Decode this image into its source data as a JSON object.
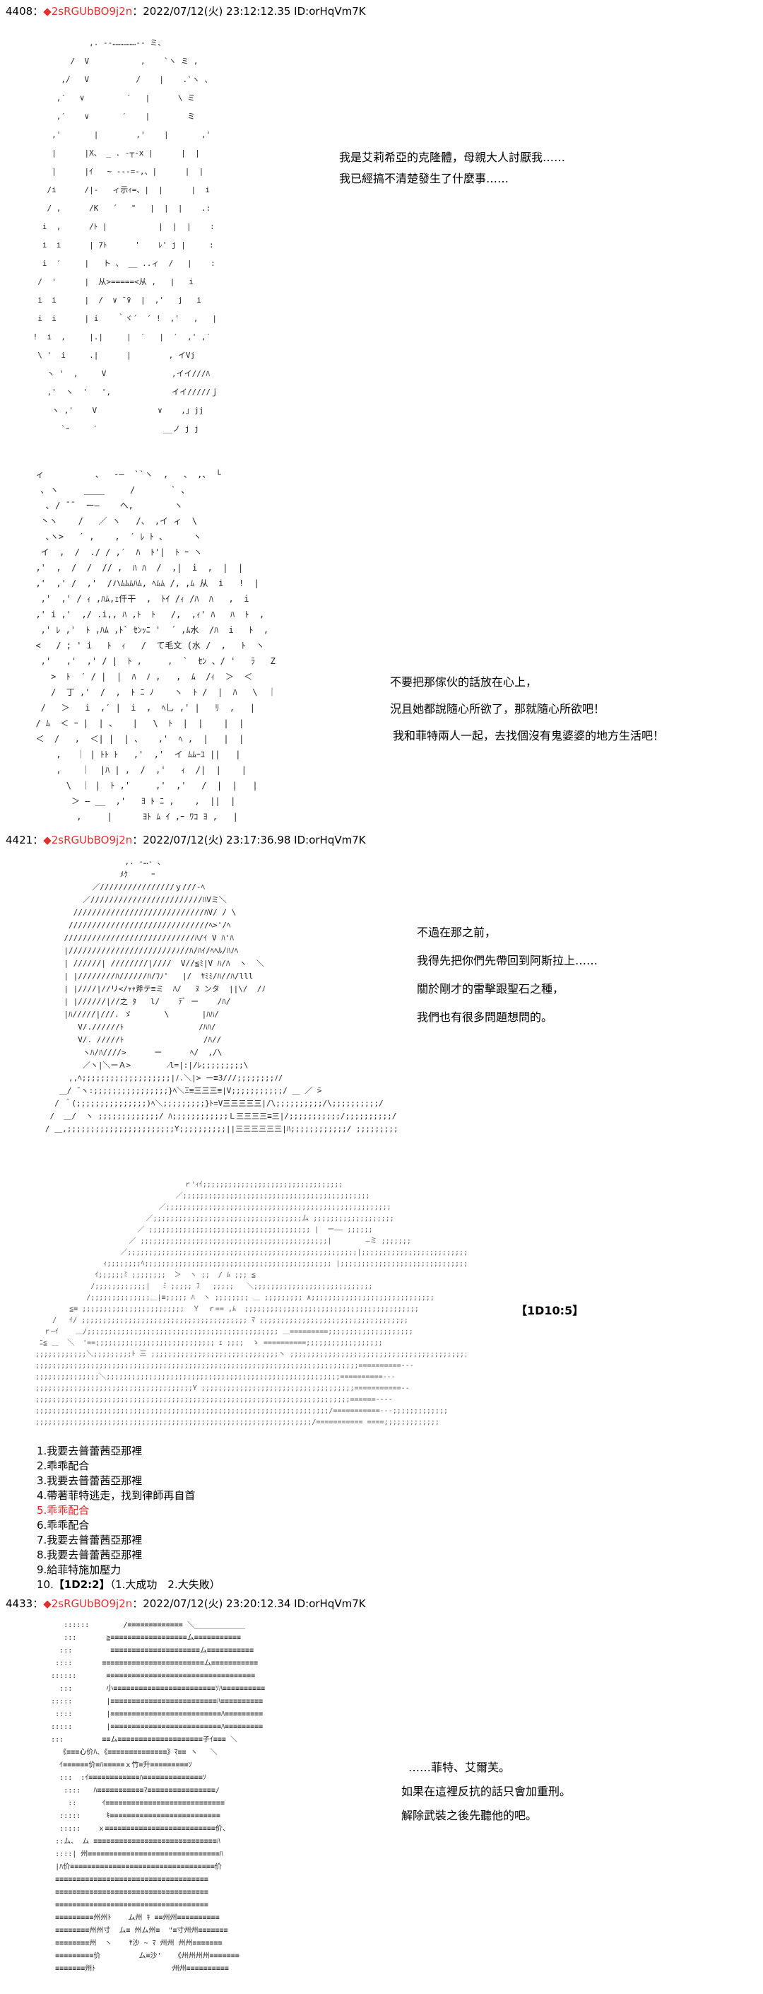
{
  "posts": [
    {
      "number": "4408",
      "sep": "：",
      "diamond": "◆",
      "trip": "2sRGUbBO9j2n",
      "datetime": "：2022/07/12(火) 23:12:12.35 ID:orHqVm7K",
      "panels": [
        {
          "art": "             ,. -‐……………‐- ミ、\n         /  V           ,    `ヽ ミ ,\n       ,/   V          /    |    .`ヽ 、\n      ,′   ∨         ′   |      \\ ミ\n      ,′    ∨       ′    |        ミ\n     ,'       |        ,'    |       ,' \n     |      |X、 _ . -┬-x |      |  |\n     |      |ｲ   ~ ‐‐-=-,、|      |  |\n    /i      /|‐   ィ示ｨ=、|  |      |  i\n    / ,      /K   ´   \"   |  |  |    .:\n   i  ,      /ﾄ |           |  |  |    :\n   i  i      | 7ﾄ      '    ﾚ' j |     :\n   i  ′     |   ト 、 __ ..ィ  /   |    :\n  /  '      |  从>=====<从 ,   |   i\n  i  i      |  /  ∨ ̄ ̄∨  |  ,'   j   i\n  i  i      | i    ｀ヾ´  ′ !  ,'   ,   |\n !  i  ,     |.|     |  ′   |  ′  ,' ,′\n  \\ '  i     .|      |        , イVj\n    ヽ '  ,     V              ,イイ///ﾊ\n    ,'  ヽ  '   ',             イイ/////ｊ\n     ヽ ,'    V             ∨    ,｣ jj\n       `ｰ     ′              __ノ j j",
          "lines": [
            "我是艾莉希亞的克隆體，母親大人討厭我……",
            "我已經搞不清楚發生了什麼事……"
          ]
        },
        {
          "art": "  ィ          、  ‐―  ``ヽ  ,   、 ,、 └\n   ､ ヽ     ____     /       ` 、\n    ､ / ̄ ̄   ー―    ヘ,        ヽ\n   丶ヽ    /   ／ ヽ   /、 ,イ ィ  \\\n    ､ヽ>   ′ ,    ,  ′ ﾚ ﾄ 、     ヽ\n   イ  ,  /  ./ / ,′  ﾊ  ﾄ'|  ﾄ ｰ ヽ\n  ,'  ,  /  /  // ,  ﾊ ﾊ  /  ,|  i  ,  |  |\n  ,'  ,' /  ,'  /ハﾑﾑﾑﾊﾑ, ﾍﾑﾑ /, ,ﾑ 从  i   !  |\n   ,'  ,' / ｨ ,ﾊﾑ,ｪ仟干  ,  ﾄｲ /ｨ /ﾊ  ﾊ   ,  i\n  ,' i ,'  ,/ .i,, ﾊ ,ﾄ  ﾄ   /,  ,ｨ' ﾊ   ﾊ  ﾄ  ,\n   ,' ﾚ ,'  ﾄ ,ﾊﾑ ,ﾄ` ｾﾝｯﾆ '  ´ ,ﾑ水  /ﾊ  i   ﾄ  ,\n  <   / ; ' i   ﾄ  ｨ   /  て毛文 (水 /  ,   ﾄ  ヽ\n   ,'   ,'  ,' / |  ﾄ ,     ,  `  ｾﾝ 、/ '   ﾗ   Z\n     >  ﾄ  ′ / |  |  ﾊ  ﾉ ,   ,  ﾑ  /ｨ  ＞  ＜\n     /  丁 ,'  /  ,  ﾄ ﾆ ﾉ    ヽ  ﾄ /  |  ﾊ   \\  ｜\n   /   ＞   i  ,′ |  i  ,  ﾍ乚 ,' |   ﾘ  ,   |\n  / ﾑ  ＜ ｰ |  | 、   |   \\  ﾄ  |  |    |  |\n  ＜  /   ,  ＜| |  | 、   ,'  ﾍ ,  |   |  |\n      ,   ｜ | ﾄﾄ ﾄ   ,'  ,'  イ ﾑﾑｰﾕ ||   |\n      ,    ｜  |ﾊ | ,  /  ,'   ｨ  /|  |    |\n        \\  ｜ |  ﾄ ,'     ,'  ,'   /  |  |   |\n         ＞ ― __  ,'   ﾖ ﾄ ﾆ ,    ,  ||  |\n          ,     |      ﾖﾄ ﾑ ｲ ,ｰ ﾜｺ ﾖ ,   |",
          "lines": [
            "不要把那傢伙的話放在心上，",
            "況且她都說隨心所欲了，那就隨心所欲吧！",
            "我和菲特兩人一起，去找個沒有鬼婆婆的地方生活吧！"
          ]
        }
      ]
    },
    {
      "number": "4421",
      "sep": "：",
      "diamond": "◆",
      "trip": "2sRGUbBO9j2n",
      "datetime": "：2022/07/12(火) 23:17:36.98 ID:orHqVm7K",
      "panels": [
        {
          "art": "                    ,. ‐…‐ ､\n                   ﾒｸ     ｰ\n             ／////////////////ｙ///-ﾍ\n           ／////////////////////////ﾊVミ＼\n         ////////////////////////////ﾊV/ / \\\n        //////////////////////////////ﾍ>'/ﾍ\n       ////////////////////////////ﾊ/ｲ V ﾊ'ﾊ\n       |///////////////////////ﾉ//ﾊ/ﾊｲ/ﾍﾍﾙ/ﾊﾉﾍ\n       | //////| ////////|////  V//≦ﾐ|V ﾊ/ﾊ  ヽ  ＼\n       | |////////ﾊ//////ﾊ/ﾌﾉ'   |/  ﾔﾐﾐ/ﾊ//ﾊ/lll\n       | |////|//リ</ｬｬ斧テ≡ミ  ﾊ/   ﾇ ンタ  ||\\/  /ﾉ\n       | |//////|//之 ﾀ   l/    ﾃﾞ ー    /ﾊ/\n       |ﾊ/////|///. ゞ       \\       |ﾊﾊ/\n          V/.//////ﾄ                /ﾊﾊ/\n          V/. /////ﾄ                 /ﾊ//\n           ヽﾊ/ﾊ////>      ー      ﾍ/  ,/\\\n           ／ヽ|＼ーＡ>        ⁄l=|:|/ﾚ;;;;;;;;;\\\n        ,,ﾍ;;;;;;;;;;;;;;;;;;;|ﾉ.＼|> ー≡3///;;;;;;;;ﾉ/\n      ＿/ ̄ ヽ:;;;;;;;;;;;;;;;;}ﾍ＼Ξ≡三三三≡|V;;;;;;;;;;;/ ＿ ／ ̄>\n     / ＾(;;;;;;;;;;;;;;;)ﾍ＼;;;;;;;;;}ﾄ=V三三三三三|/\\;;;;;;;;;;/\\;;;;;;;;;;/\n    /  ＿/  ヽ ;;;;;;;;;;;;;/ ﾊ;;;;;;;;;;;;Ｌ三三三三≡三|/;;;;;;;;;;;/;;;;;;;;;;/\n   / ＿,;;;;;;;;;;;;;;;;;;;;;;;Y;;;;;;;;;;||三三三三三三|ﾊ;;;;;;;;;;;;/ ;;;;;;;;;;;;;/",
          "lines": [
            "不過在那之前，",
            "我得先把你們先帶回到阿斯拉上……",
            "關於剛才的雷擊跟聖石之種，",
            "我們也有很多問題想問的。"
          ]
        },
        {
          "art": "                                   ｒ'ｨｲ;;;;;;;;;;;;;;;;;;;;;;;;;;;;;;;;;\n                                 ／;;;;;;;;;;;;;;;;;;;;;;;;;;;;;;;;;;;;;;;;;;;;\n                             ／;;;;;;;;;;;;;;;;;;;;;;;;;;;;;;;;;;;;;;;;;;;;;;;;;;;;;\n                          ／;;;;;;;;;;;;;;;;;;;;;;;;;;;;;;;;;;;ム ;;;;;;;;;;;;;;;;;;;\n                        ／ ;;;;;;;;;;;;;;;;;;;;;;;;;;;;;;;;;;;;;; |  ー―― ;;;;;;\n                      ／ ;;;;;;;;;;;;;;;;;;;;;;;;;;;;;;;;;;;;;;;;;;;;|        ―ミ ;;;;;;;\n                    ／;;;;;;;;;;;;;;;;;;;;;;;;;;;;;;;;;;;;;;;;;;;;;;;;;;;;;;|;;;;;;;;;;;;;;;;;;;;;;;;;;;;;;;;\n                ｨ;;;;;;;;ﾍ;;;;;;;;;;;;;;;;;;;;;;;;;;;;;;;;;;;;;;;;;;;; |;;;;;;;;;;;;;;;;;;;;;;;;;;;;;;;;\n              ｲ;;;;;;ﾐ ;;;;;;;;  ＞  ヽ ;;  / ﾑ ;;; ≦\n             /;;;;;;;;;;;;|   ﾐ ;;;;; ﾌ   ;;;;;   ＼;;;;;;;;;;;;;;;;;;;;;;;;;;;;\n            /;;;;;;;;;;;;;;＿|≡;;;;; ﾊ  ヽ ;;;;;;;; ＿ ;;;;;;;;; ∧;;;;;;;;;;;;;;;;;;;;;;;;;;;;;\n        ≦≡ ;;;;;;;;;;;;;;;;;;;;;;;;  Ｙ  ｒ== ,ﾑ  ;;;;;;;;;;;;;;;;;;;;;;;;;;;;;;;;;;;;;;;;;\n    /   ｲ/ ;;;;;;;;;;;;;;;;;;;;;;;;;;;;;;;;;;;;;;; ﾏ ;;;;;;;;;;;;;;;;;;;;;;;;;;;;;;;;;;;\n  ｒ―ｲ    ＿/;;;;;;;;;;;;;;;;;;;;;;;;;;;;;;;;;;;;;;;;;;;;; ＿=========;;;;;;;;;;;;;;;;;;;;\n ﾆ≦ ＿  ＼  '==;;;;;;;;;;;;;;;;;;;;;;;;;;;; ｪ ;;;;  ゝ ==========;;;;;;;;;;;;;;;;;;\n;;;;;;;;;;;;＼;;;;;;;;;ﾄ 三 ;;;;;;;;;;;;;;;;;;;;;;;;;;;;;;ヽ ;;;;;;;;;;;;;;;;;;;;;;;;;;;;;;;;;;;;;;;;;;\n;;;;;;;;;;;;;;;;;;;;;;;;;;;;;;;;;;;;;;;;;;;;;;;;;;;;;;;;;;;;;;;;;;;;;;;;;;;;==========---\n;;;;;;;;;;;;;;;＼;;;;;;;;;;;;;;;;;;;;;;;;;;;;;;;;;;;;;;;;;;;;;;;;;;;;;;;==========---\n;;;;;;;;;;;;;;;;;;;;;;;;;;;;;;;;;;;;;Y ;;;;;;;;;;;;;;;;;;;;;;;;;;;;;;;;;;;;===========--\n;;;;;;;;;;;;;;;;;;;;;;;;;;;;;;;;;;;;;;;;;;;;;;;;;;;;;;;;;;;;;;;;;;;;;;;;;;======----\n;;;;;;;;;;;;;;;;;;;;;;;;;;;;;;;;;;;;;;;;;;;;;;;;;;;;;;;;;;;;;;;;;;;;;/===========---;;;;;;;;;;;;;\n;;;;;;;;;;;;;;;;;;;;;;;;;;;;;;;;;;;;;;;;;;;;;;;;;;;;;;;;;;;;;;;;;/=========== ====;;;;;;;;;;;;;",
          "dice_label": "【1D10:5】",
          "options": [
            "1.我要去普蕾茜亞那裡",
            "2.乖乖配合",
            "3.我要去普蕾茜亞那裡",
            "4.帶著菲特逃走，找到律師再自首",
            "5.乖乖配合",
            "6.乖乖配合",
            "7.我要去普蕾茜亞那裡",
            "8.我要去普蕾茜亞那裡",
            "9.給菲特施加壓力"
          ],
          "highlight_index": 4,
          "dice_line": {
            "prefix": "10.",
            "roll": "【1D2:2】",
            "note": "（1.大成功　2.大失敗）"
          }
        }
      ]
    },
    {
      "number": "4433",
      "sep": "：",
      "diamond": "◆",
      "trip": "2sRGUbBO9j2n",
      "datetime": "：2022/07/12(火) 23:20:12.34 ID:orHqVm7K",
      "panels": [
        {
          "art": "          ::::::        /≡≡≡≡≡≡≡≡≡≡≡≡≡ ＼____________\n          :::       ≧≡≡≡≡≡≡≡≡≡≡≡≡≡≡≡≡≡≡ム≡≡≡≡≡≡≡≡≡≡≡\n         :::         ≡≡≡≡≡≡≡≡≡≡≡≡≡≡≡≡≡≡≡≡≡ム≡≡≡≡≡≡≡≡≡≡≡\n        ::::       ≡≡≡≡≡≡≡≡≡≡≡≡≡≡≡≡≡≡≡≡≡≡≡≡ム≡≡≡≡≡≡≡≡≡≡≡\n       ::::::       ≡≡≡≡≡≡≡≡≡≡≡≡≡≡≡≡≡≡≡≡≡≡≡≡≡≡≡≡≡≡≡≡≡≡≡\n         :::        小≡≡≡≡≡≡≡≡≡≡≡≡≡≡≡≡≡≡≡≡≡≡≡≡ｿﾊ≡≡≡≡≡≡≡≡≡≡\n       :::::        |≡≡≡≡≡≡≡≡≡≡≡≡≡≡≡≡≡≡≡≡≡≡≡≡≡ﾊ≡≡≡≡≡≡≡≡≡≡\n        ::::        |≡≡≡≡≡≡≡≡≡≡≡≡≡≡≡≡≡≡≡≡≡≡≡≡≡≡ﾊ≡≡≡≡≡≡≡≡≡\n       :::::        |≡≡≡≡≡≡≡≡≡≡≡≡≡≡≡≡≡≡≡≡≡≡≡≡≡≡ﾊ≡≡≡≡≡≡≡≡≡\n       :::         ≡≡ム≡≡≡≡≡≡≡≡≡≡≡≡≡≡≡≡≡≡≡≡子ｲ≡≡≡ ＼\n         《≡≡≡心价ﾊ、《≡≡≡≡≡≡≡≡≡≡≡≡≡≡》ﾏ≡≡ ヽ   ＼\n         ｲ≡≡≡≡≡≡价≡ﾊ≡≡≡≡≡ｘ竹≡升≡≡≡≡≡≡≡≡≡ｿ\n         :::  :ｲ≡≡≡≡≡≡≡≡≡≡≡≡ﾊ≡≡≡≡≡≡≡≡≡≡≡≡≡≡ｿ\n          ::::   ﾊ≡≡≡≡≡≡≡≡≡≡≡ﾏ≡≡≡≡≡≡≡≡≡≡≡≡≡≡≡≡/\n           ::      ｲ≡≡≡≡≡≡≡≡≡≡≡≡≡≡≡≡≡≡≡≡≡≡≡≡≡≡≡≡\n         :::::      ｷ≡≡≡≡≡≡≡≡≡≡≡≡≡≡≡≡≡≡≡≡≡≡≡≡≡≡\n         :::::    ｘ≡≡≡≡≡≡≡≡≡≡≡≡≡≡≡≡≡≡≡≡≡≡≡≡≡≡价、\n        ::ム、 ム ≡≡≡≡≡≡≡≡≡≡≡≡≡≡≡≡≡≡≡≡≡≡≡≡≡≡≡≡≡ﾊ\n        ::::| 州≡≡≡≡≡≡≡≡≡≡≡≡≡≡≡≡≡≡≡≡≡≡≡≡≡≡≡≡≡≡≡ﾊ\n        |ﾊ价≡≡≡≡≡≡≡≡≡≡≡≡≡≡≡≡≡≡≡≡≡≡≡≡≡≡≡≡≡≡≡≡≡≡价\n        ≡≡≡≡≡≡≡≡≡≡≡≡≡≡≡≡≡≡≡≡≡≡≡≡≡≡≡≡≡≡≡≡≡≡≡≡\n        ≡≡≡≡≡≡≡≡≡≡≡≡≡≡≡≡≡≡≡≡≡≡≡≡≡≡≡≡≡≡≡≡≡≡≡≡\n        ≡≡≡≡≡≡≡≡≡≡≡≡≡≡≡≡≡≡≡≡≡≡≡≡≡≡≡≡≡≡≡≡≡≡≡≡\n        ≡≡≡≡≡≡≡≡≡州州ﾄ    ム州 ｷ ≡≡州州≡≡≡≡≡≡≡≡≡≡\n        ≡≡≡≡≡≡≡≡州州寸  ム≡ 州ム州≡  \"≡寸州州≡≡≡≡≡≡≡\n        ≡≡≡≡≡≡≡≡州  ヽ    ﾔ沙 ~ ﾏ 州州 州州≡≡≡≡≡≡≡\n        ≡≡≡≡≡≡≡≡≡价         ム≡沙'   《州州州州≡≡≡≡≡≡≡\n        ≡≡≡≡≡≡≡州ﾄ                  州州≡≡≡≡≡≡≡≡≡≡",
          "lines": [
            "……菲特、艾爾芙。",
            "如果在這裡反抗的話只會加重刑。",
            "解除武裝之後先聽他的吧。"
          ]
        }
      ]
    }
  ]
}
